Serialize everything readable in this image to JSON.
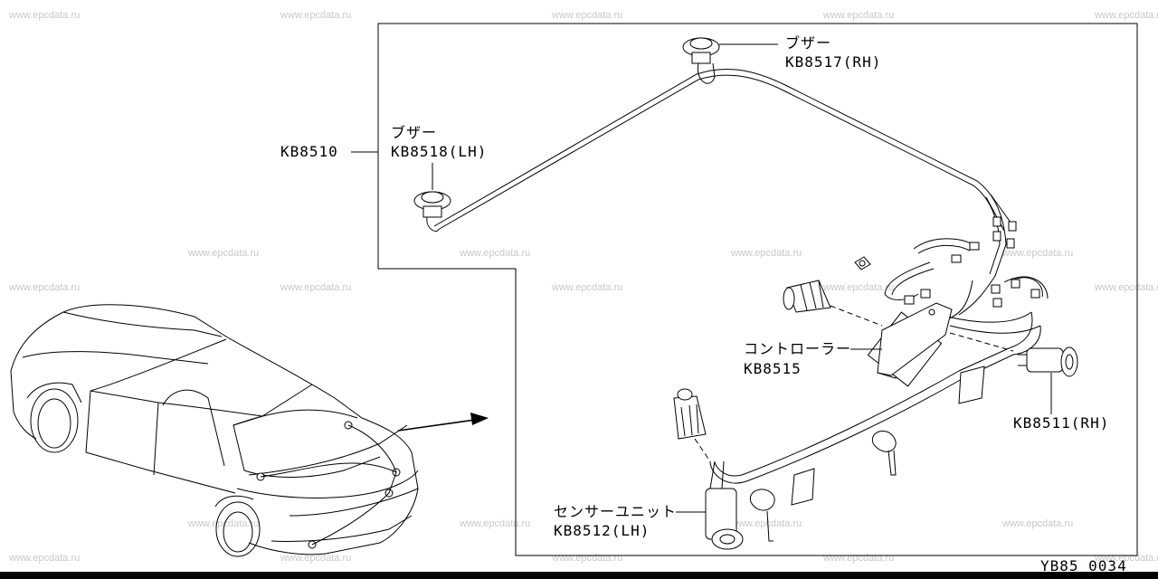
{
  "watermark": "www.epcdata.ru",
  "watermarks": [
    {
      "id": "wm-1"
    },
    {
      "id": "wm-2"
    },
    {
      "id": "wm-3"
    },
    {
      "id": "wm-4"
    },
    {
      "id": "wm-5"
    },
    {
      "id": "wm-6"
    },
    {
      "id": "wm-7"
    },
    {
      "id": "wm-8"
    },
    {
      "id": "wm-9"
    },
    {
      "id": "wm-10"
    },
    {
      "id": "wm-11"
    },
    {
      "id": "wm-12"
    },
    {
      "id": "wm-13"
    },
    {
      "id": "wm-14"
    },
    {
      "id": "wm-15"
    },
    {
      "id": "wm-16"
    },
    {
      "id": "wm-17"
    },
    {
      "id": "wm-18"
    },
    {
      "id": "wm-19"
    },
    {
      "id": "wm-20"
    },
    {
      "id": "wm-21"
    },
    {
      "id": "wm-22"
    },
    {
      "id": "wm-23"
    },
    {
      "id": "wm-24"
    },
    {
      "id": "wm-25"
    }
  ],
  "labels": {
    "buzzer_rh_name": "ブザー",
    "buzzer_rh_code": "KB8517(RH)",
    "harness_code": "KB8510",
    "buzzer_lh_name": "ブザー",
    "buzzer_lh_code": "KB8518(LH)",
    "controller_name": "コントローラー",
    "controller_code": "KB8515",
    "sensor_rh_code": "KB8511(RH)",
    "sensor_lh_name": "センサーユニット",
    "sensor_lh_code": "KB8512(LH)"
  },
  "figure_id": "YB85 0034",
  "colors": {
    "line": "#000000",
    "watermark": "#c8c8c8",
    "background": "#ffffff"
  }
}
